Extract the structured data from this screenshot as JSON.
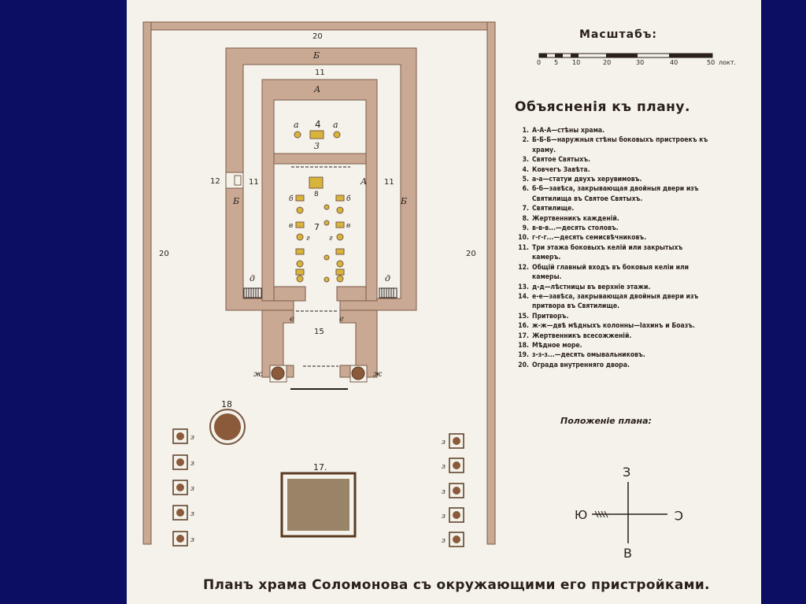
{
  "colors": {
    "background": "#0c0e63",
    "paper": "#f4f2ea",
    "wall": "#c9a993",
    "wall_stroke": "#7a5a48",
    "ink": "#2a1f1a",
    "gold": "#d9b43a",
    "bronze": "#8a5a3a",
    "altar_fill": "#9a8468"
  },
  "scale": {
    "title": "Масштабъ:",
    "ticks": [
      "0",
      "5",
      "10",
      "20",
      "30",
      "40",
      "50"
    ],
    "unit": "локт."
  },
  "legend": {
    "title": "Объясненія къ плану.",
    "items": [
      {
        "n": "1.",
        "t": "А-А-А—стѣны храма."
      },
      {
        "n": "2.",
        "t": "Б-Б-Б—наружныя стѣны боковыхъ пристроекъ къ храму."
      },
      {
        "n": "3.",
        "t": "Святое Святыхъ."
      },
      {
        "n": "4.",
        "t": "Ковчегъ Завѣта."
      },
      {
        "n": "5.",
        "t": "а-а—статуи двухъ херувимовъ."
      },
      {
        "n": "6.",
        "t": "б-б—завѣса, закрывающая двойныя двери изъ Святилища въ Святое Святыхъ."
      },
      {
        "n": "7.",
        "t": "Святилище."
      },
      {
        "n": "8.",
        "t": "Жертвенникъ кажденій."
      },
      {
        "n": "9.",
        "t": "в-в-в...—десять столовъ."
      },
      {
        "n": "10.",
        "t": "г-г-г...—десять семисвѣчниковъ."
      },
      {
        "n": "11.",
        "t": "Три этажа боковыхъ келій или закрытыхъ камеръ."
      },
      {
        "n": "12.",
        "t": "Общій главный входъ въ боковыя келіи или камеры."
      },
      {
        "n": "13.",
        "t": "д-д—лѣстницы въ верхніе этажи."
      },
      {
        "n": "14.",
        "t": "е-е—завѣса, закрывающая двойныя двери изъ притвора въ Святилище."
      },
      {
        "n": "15.",
        "t": "Притворъ."
      },
      {
        "n": "16.",
        "t": "ж-ж—двѣ мѣдныхъ колонны—Іахинъ и Боазъ."
      },
      {
        "n": "17.",
        "t": "Жертвенникъ всесожженій."
      },
      {
        "n": "18.",
        "t": "Мѣдное море."
      },
      {
        "n": "19.",
        "t": "з-з-з...—десять омывальниковъ."
      },
      {
        "n": "20.",
        "t": "Ограда внутренняго двора."
      }
    ]
  },
  "orientation": {
    "title": "Положеніе плана:",
    "north": "З",
    "south": "В",
    "west": "Ю",
    "east": "С"
  },
  "plan_labels": {
    "l20": "20",
    "lB": "Б",
    "l11": "11",
    "lA": "А",
    "l4": "4",
    "la": "а",
    "l3": "3",
    "l12": "12",
    "l8": "8",
    "l7": "7",
    "lb": "б",
    "lv": "в",
    "lg": "г",
    "ld": "д",
    "le": "е",
    "l15": "15",
    "lzh": "ж",
    "l18": "18",
    "l17": "17.",
    "lz": "з"
  },
  "caption": "Планъ храма Соломонова съ окружающими его пристройками."
}
